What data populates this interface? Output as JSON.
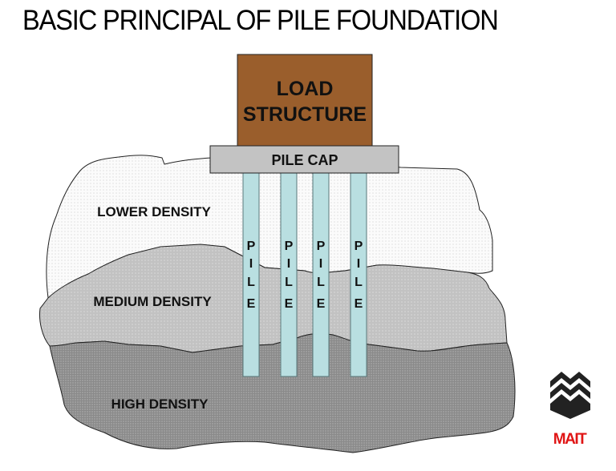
{
  "title": "BASIC PRINCIPAL OF PILE FOUNDATION",
  "diagram": {
    "load_structure": {
      "line1": "LOAD",
      "line2": "STRUCTURE",
      "color": "#9a5e2c"
    },
    "pile_cap": {
      "label": "PILE CAP",
      "color": "#c3c3c3"
    },
    "piles": [
      {
        "letters": [
          "P",
          "I",
          "L",
          "E"
        ]
      },
      {
        "letters": [
          "P",
          "I",
          "L",
          "E"
        ]
      },
      {
        "letters": [
          "P",
          "I",
          "L",
          "E"
        ]
      },
      {
        "letters": [
          "P",
          "I",
          "L",
          "E"
        ]
      }
    ],
    "pile_color": "#b9dfe1",
    "layers": {
      "lower": {
        "label": "LOWER DENSITY",
        "color": "#fafafa"
      },
      "medium": {
        "label": "MEDIUM DENSITY",
        "color": "#c4c4c4"
      },
      "high": {
        "label": "HIGH DENSITY",
        "color": "#8c8c8c"
      }
    }
  },
  "logo": {
    "text": "MAIT",
    "color": "#e01515"
  }
}
